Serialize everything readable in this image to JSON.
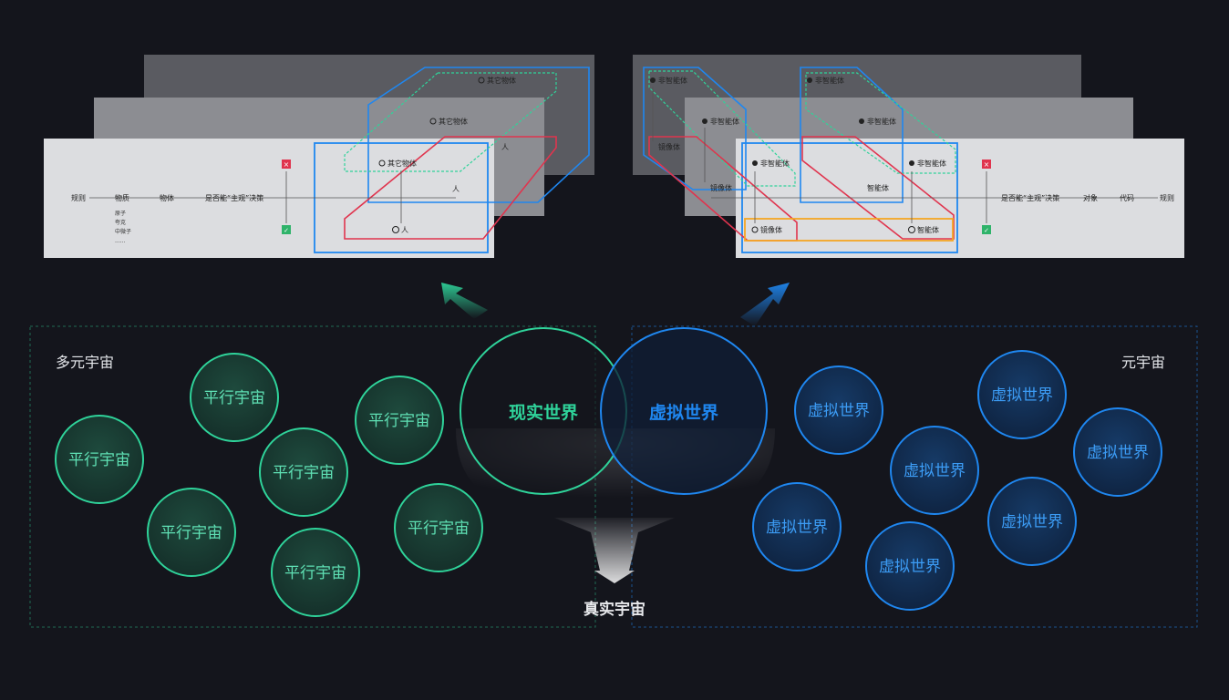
{
  "left_region": {
    "label": "多元宇宙",
    "circle_label": "平行宇宙",
    "circle_count": 8
  },
  "right_region": {
    "label": "元宇宙",
    "circle_label": "虚拟世界",
    "circle_count": 8
  },
  "center": {
    "real_world": "现实世界",
    "virtual_world": "虚拟世界",
    "true_universe": "真实宇宙"
  },
  "left_panels": {
    "flow": [
      "规则",
      "物质",
      "物体",
      "是否能“主观”决策"
    ],
    "matter_examples": [
      "原子",
      "夸克",
      "中微子",
      "......"
    ],
    "other_object": "其它物体",
    "person": "人"
  },
  "right_panels": {
    "flow": [
      "规则",
      "代码",
      "对象",
      "是否能“主观”决策"
    ],
    "non_intelligent": "非智能体",
    "mirror": "镜像体",
    "intelligent": "智能体"
  },
  "colors": {
    "background": "#14151c",
    "green": "#2fd39a",
    "blue": "#1f87f0",
    "red": "#e0344e",
    "orange": "#f5a623"
  }
}
